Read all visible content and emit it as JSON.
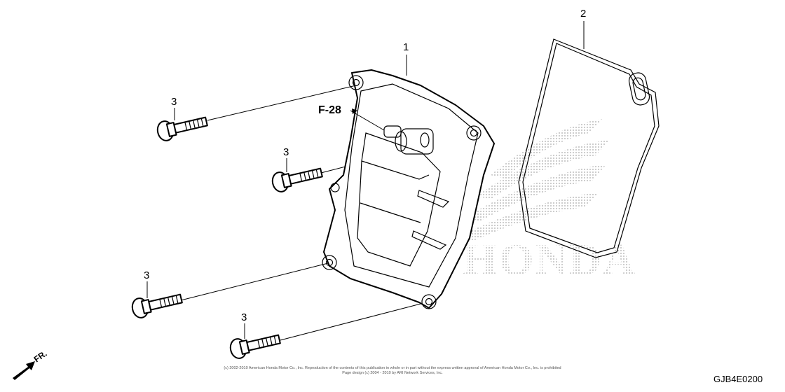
{
  "callouts": {
    "cover": "1",
    "gasket": "2",
    "bolt_upper_left": "3",
    "bolt_mid": "3",
    "bolt_lower_left": "3",
    "bolt_bottom": "3"
  },
  "reference": "F-28",
  "diagram_code": "GJB4E0200",
  "front_label": "FR.",
  "copyright": [
    "(c) 2002-2010 American Honda Motor Co., Inc. Reproduction of the contents of this publication in whole or in part without the express written approval of American Honda Motor Co., Inc. is prohibited",
    "Page design (c) 2004 - 2010 by ARI Network Services, Inc."
  ],
  "watermark": "HONDA",
  "colors": {
    "line": "#000000",
    "watermark_dots": "#9a9a9a",
    "background": "#ffffff"
  }
}
